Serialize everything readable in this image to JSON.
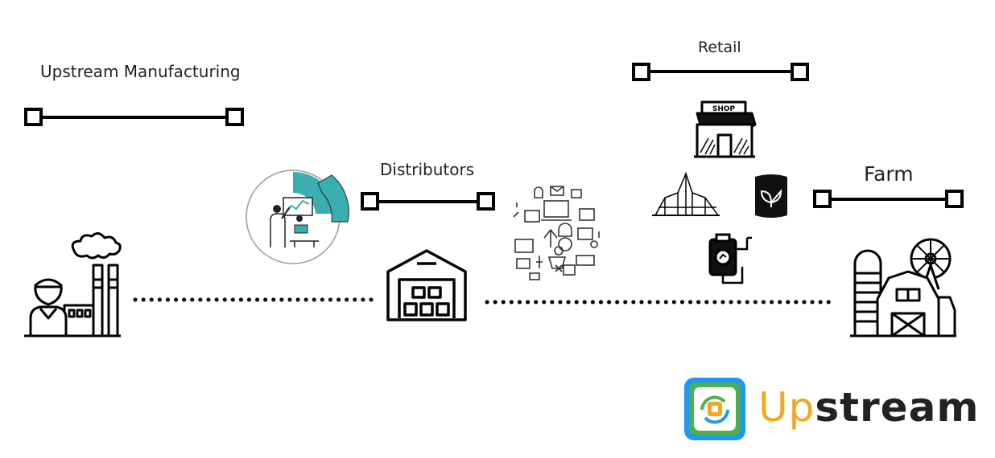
{
  "labels": {
    "upstream_manufacturing": "Upstream Manufacturing",
    "distributors": "Distributors",
    "retail": "Retail",
    "farm": "Farm"
  },
  "shop_sign": "SHOP",
  "brand": {
    "name_part1": "Up",
    "name_part2": "stream",
    "color_part1": "#F5A623",
    "color_part2": "#222222",
    "logo_colors": [
      "#2196F3",
      "#4CAF50",
      "#F5A623"
    ]
  },
  "accent_teal": "#3AAFB0",
  "icons": [
    "factory-icon",
    "analytics-illustration",
    "warehouse-icon",
    "digital-network-illustration",
    "shop-icon",
    "silo-icon",
    "seed-bag-icon",
    "fertilizer-tank-icon",
    "farm-barn-icon",
    "upstream-logo-icon"
  ]
}
